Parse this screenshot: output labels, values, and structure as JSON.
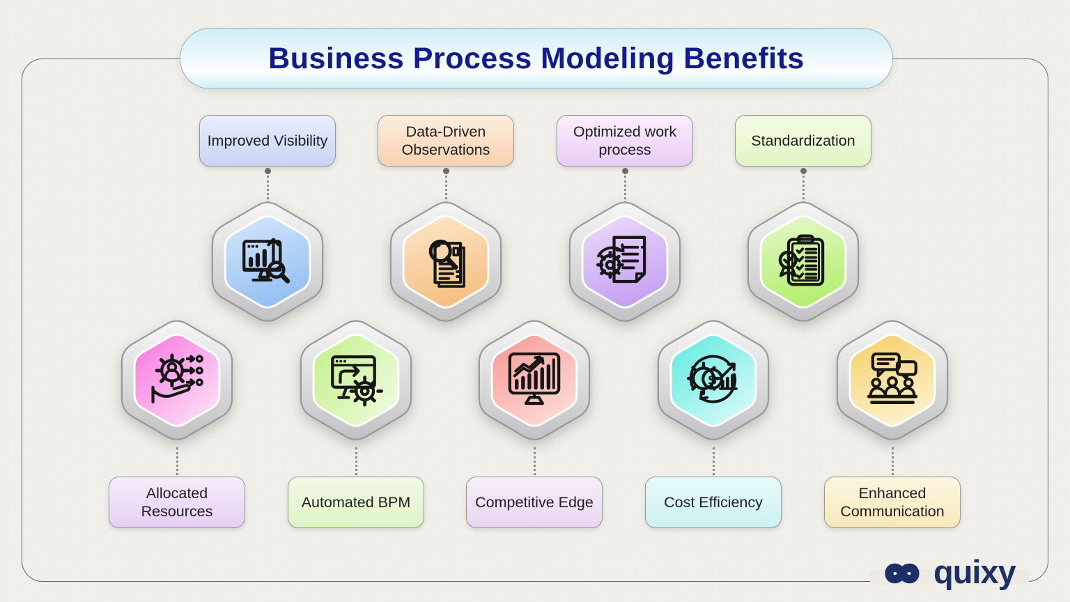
{
  "title": "Business Process Modeling Benefits",
  "brand": {
    "name": "quixy",
    "color": "#1c2f66"
  },
  "theme": {
    "background": "#f0efea",
    "frame_border": "#66655f",
    "title_text": "#121b8b",
    "title_bg": [
      "#cfeef7",
      "#fdfeff"
    ],
    "label_text": "#1e1e1e",
    "shell": [
      "#f6f6f6",
      "#c2c2c4"
    ]
  },
  "top_row": {
    "items": [
      {
        "label": "Improved Visibility",
        "icon": "analytics-monitor-icon",
        "label_bg": [
          "#e9edfc",
          "#c9d4f4"
        ],
        "hex_bg": [
          "#d4e6fb",
          "#95bff2"
        ]
      },
      {
        "label": "Data-Driven Observations",
        "icon": "document-search-icon",
        "label_bg": [
          "#fdeedd",
          "#f6d2b0"
        ],
        "hex_bg": [
          "#fce7ca",
          "#f5c083"
        ]
      },
      {
        "label": "Optimized work process",
        "icon": "process-document-gear-icon",
        "label_bg": [
          "#faeefc",
          "#e9cdf6"
        ],
        "hex_bg": [
          "#ead9fa",
          "#c5a0f2"
        ]
      },
      {
        "label": "Standardization",
        "icon": "standardization-clipboard-icon",
        "label_bg": [
          "#f1fae4",
          "#e3f6c6"
        ],
        "hex_bg": [
          "#e4f8c6",
          "#b4ee6e"
        ]
      }
    ]
  },
  "bottom_row": {
    "items": [
      {
        "label": "Allocated Resources",
        "icon": "resource-allocation-hand-icon",
        "label_bg": [
          "#f5edfa",
          "#e6cff4"
        ],
        "hex_bg": [
          "#f87fe2",
          "#fcdef5"
        ]
      },
      {
        "label": "Automated BPM",
        "icon": "automation-monitor-gear-icon",
        "label_bg": [
          "#f1fae6",
          "#def3c6"
        ],
        "hex_bg": [
          "#c6f18f",
          "#edfbdc"
        ]
      },
      {
        "label": "Competitive Edge",
        "icon": "growth-chart-monitor-icon",
        "label_bg": [
          "#f7eefa",
          "#e9d7f2"
        ],
        "hex_bg": [
          "#f79d97",
          "#fcdcd8"
        ]
      },
      {
        "label": "Cost Efficiency",
        "icon": "cost-efficiency-icon",
        "label_bg": [
          "#e7f9fa",
          "#cef1f2"
        ],
        "hex_bg": [
          "#66ece1",
          "#d9faf7"
        ]
      },
      {
        "label": "Enhanced Communication",
        "icon": "communication-people-icon",
        "label_bg": [
          "#fcf6df",
          "#f6e9ba"
        ],
        "hex_bg": [
          "#f5d26e",
          "#fdf2cd"
        ]
      }
    ]
  }
}
